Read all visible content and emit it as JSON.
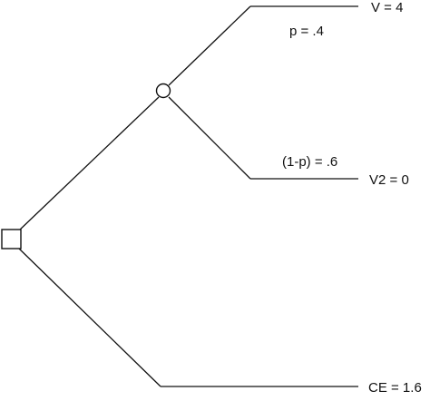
{
  "decision_tree": {
    "chance_outcome_top_value": "V = 4",
    "chance_outcome_top_probability": "p = .4",
    "chance_outcome_bottom_probability": "(1-p) = .6",
    "chance_outcome_bottom_value": "V2 = 0",
    "certain_outcome_value": "CE = 1.6"
  }
}
